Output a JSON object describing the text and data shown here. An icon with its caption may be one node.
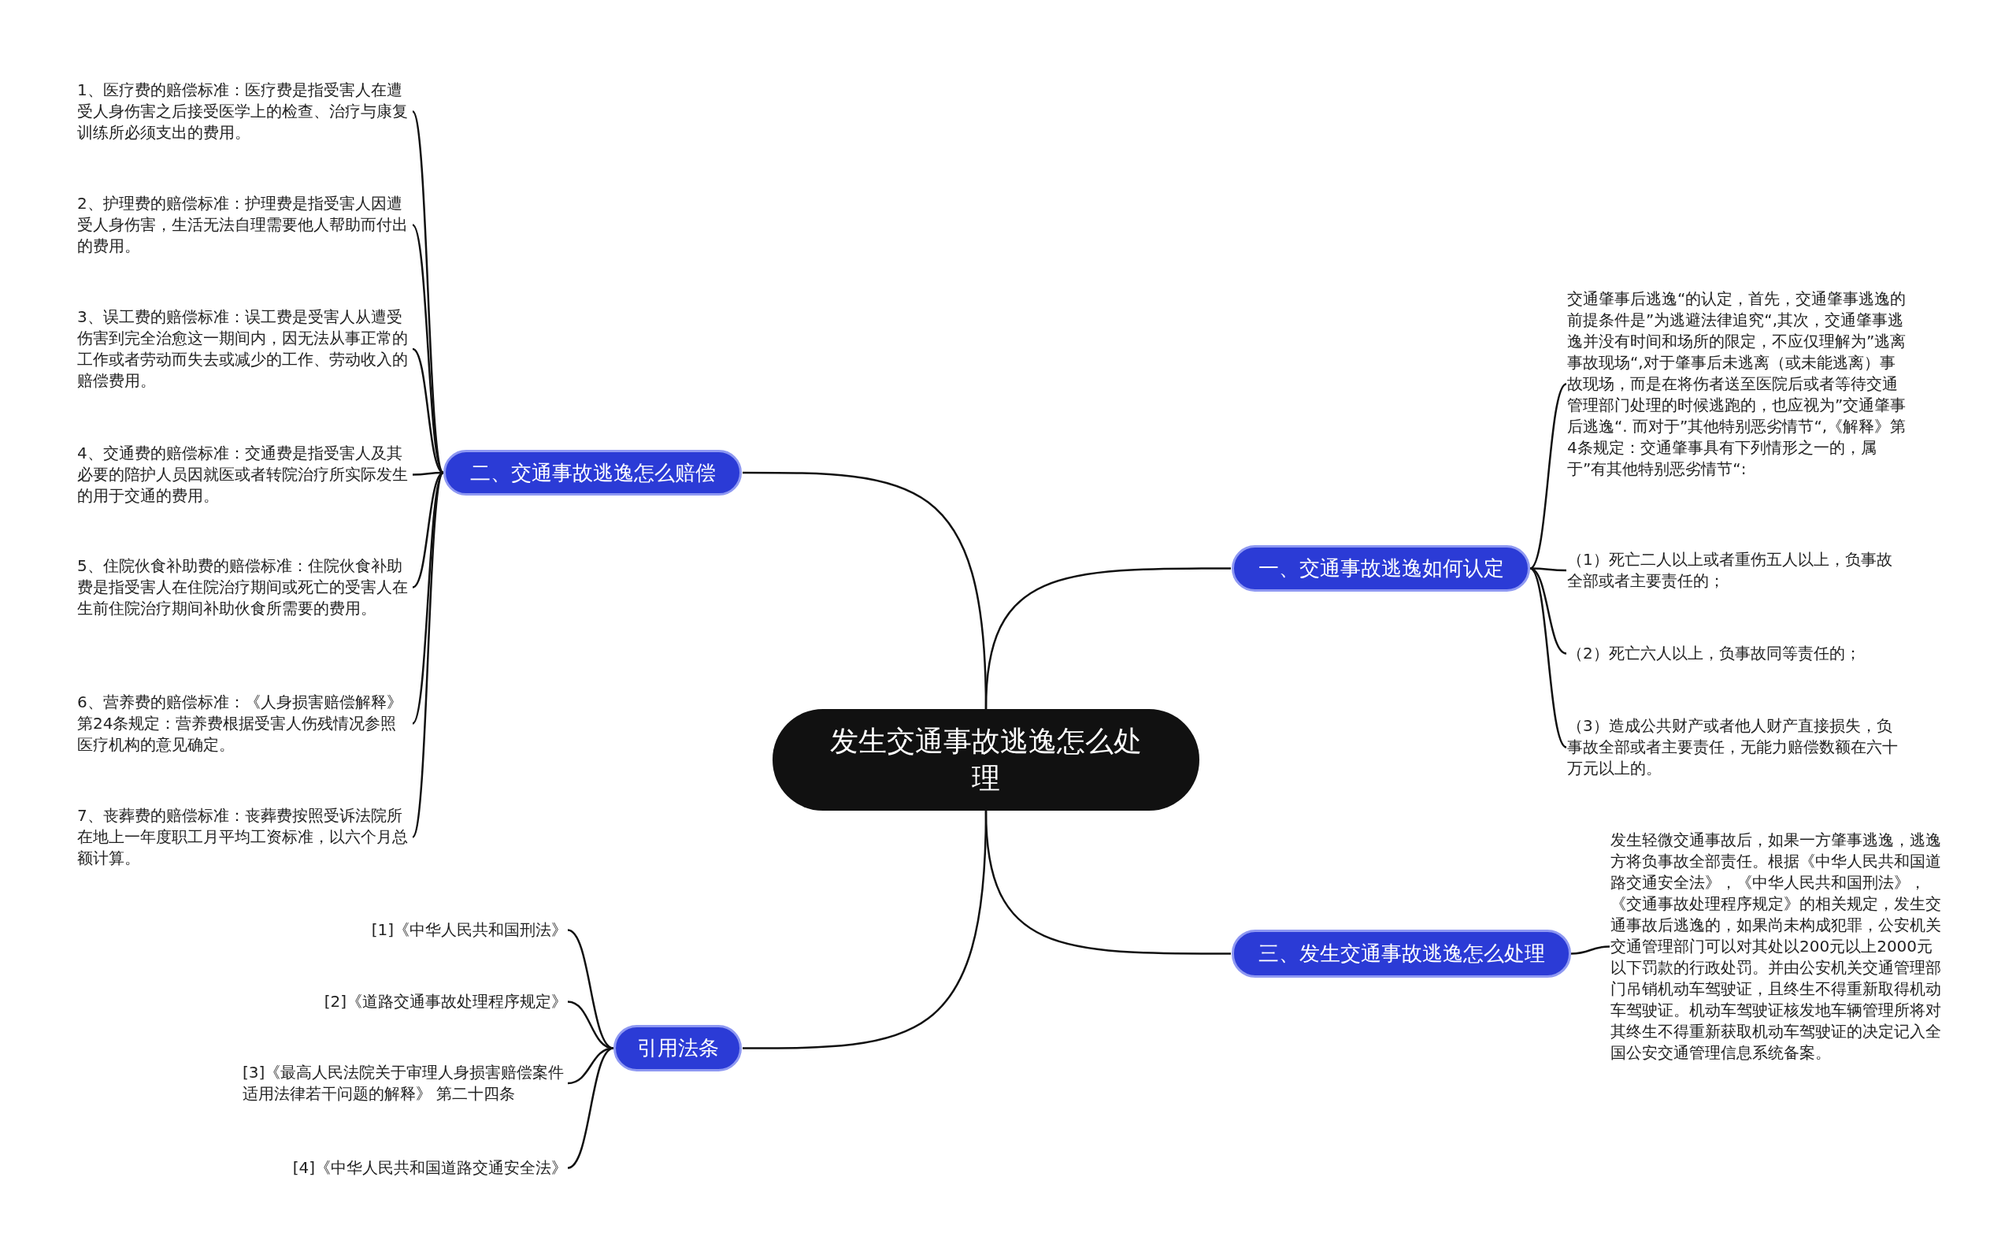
{
  "diagram": {
    "nodes": [
      {
        "text": [
          "发生交通事故逃逸怎么处理"
        ]
      },
      {
        "text": [
          "二、交通事故逃逸怎么赔偿"
        ]
      },
      {
        "text": [
          "1、医疗费的赔偿标准：医疗费是指受害人在遭受人身伤害之后接受医学上的检查、治疗与康复训练所必须支出的费用。"
        ]
      },
      {
        "text": [
          "2、护理费的赔偿标准：护理费是指受害人因遭受人身伤害，生活无法自理需要他人帮助而付出的费用。"
        ]
      },
      {
        "text": [
          "3、误工费的赔偿标准：误工费是受害人从遭受伤害到完全治愈这一期间内，因无法从事正常的工作或者劳动而失去或减少的工作、劳动收入的赔偿费用。"
        ]
      },
      {
        "text": [
          "4、交通费的赔偿标准：交通费是指受害人及其必要的陪护人员因就医或者转院治疗所实际发生的用于交通的费用。"
        ]
      },
      {
        "text": [
          "5、住院伙食补助费的赔偿标准：住院伙食补助费是指受害人在住院治疗期间或死亡的受害人在生前住院治疗期间补助伙食所需要的费用。"
        ]
      },
      {
        "text": [
          "6、营养费的赔偿标准：《人身损害赔偿解释》第24条规定：营养费根据受害人伤残情况参照医疗机构的意见确定。"
        ]
      },
      {
        "text": [
          "7、丧葬费的赔偿标准：丧葬费按照受诉法院所在地上一年度职工月平均工资标准，以六个月总额计算。"
        ]
      },
      {
        "text": [
          "一、交通事故逃逸如何认定"
        ]
      },
      {
        "text": [
          "交通肇事后逃逸“的认定，首先，交通肇事逃逸的前提条件是”为逃避法律追究“,其次，交通肇事逃逸并没有时间和场所的限定，不应仅理解为”逃离事故现场“,对于肇事后未逃离（或未能逃离）事故现场，而是在将伤者送至医院后或者等待交通管理部门处理的时候逃跑的，也应视为”交通肇事后逃逸“. 而对于”其他特别恶劣情节“,《解释》第4条规定：交通肇事具有下列情形之一的，属于”有其他特别恶劣情节“:"
        ]
      },
      {
        "text": [
          "（1）死亡二人以上或者重伤五人以上，负事故全部或者主要责任的；"
        ]
      },
      {
        "text": [
          "（2）死亡六人以上，负事故同等责任的；"
        ]
      },
      {
        "text": [
          "（3）造成公共财产或者他人财产直接损失，负事故全部或者主要责任，无能力赔偿数额在六十万元以上的。"
        ]
      },
      {
        "text": [
          "三、发生交通事故逃逸怎么处理"
        ]
      },
      {
        "text": [
          "发生轻微交通事故后，如果一方肇事逃逸，逃逸方将负事故全部责任。根据《中华人民共和国道路交通安全法》，《中华人民共和国刑法》，《交通事故处理程序规定》的相关规定，发生交通事故后逃逸的，如果尚未构成犯罪，公安机关交通管理部门可以对其处以200元以上2000元以下罚款的行政处罚。并由公安机关交通管理部门吊销机动车驾驶证，且终生不得重新取得机动车驾驶证。机动车驾驶证核发地车辆管理所将对其终生不得重新获取机动车驾驶证的决定记入全国公安交通管理信息系统备案。"
        ]
      },
      {
        "text": [
          "引用法条"
        ]
      },
      {
        "text": [
          "[1]《中华人民共和国刑法》"
        ]
      },
      {
        "text": [
          "[2]《道路交通事故处理程序规定》"
        ]
      },
      {
        "text": [
          "[3]《最高人民法院关于审理人身损害赔偿案件适用法律若干问题的解释》 第二十四条"
        ]
      },
      {
        "text": [
          "[4]《中华人民共和国道路交通安全法》"
        ]
      }
    ],
    "edges": [
      {
        "from": 0,
        "to": 1,
        "arrow": "none"
      },
      {
        "from": 1,
        "to": 2,
        "arrow": "none"
      },
      {
        "from": 1,
        "to": 3,
        "arrow": "none"
      },
      {
        "from": 1,
        "to": 4,
        "arrow": "none"
      },
      {
        "from": 1,
        "to": 5,
        "arrow": "none"
      },
      {
        "from": 1,
        "to": 6,
        "arrow": "none"
      },
      {
        "from": 1,
        "to": 7,
        "arrow": "none"
      },
      {
        "from": 1,
        "to": 8,
        "arrow": "none"
      },
      {
        "from": 0,
        "to": 9,
        "arrow": "none"
      },
      {
        "from": 9,
        "to": 10,
        "arrow": "none"
      },
      {
        "from": 9,
        "to": 11,
        "arrow": "none"
      },
      {
        "from": 9,
        "to": 12,
        "arrow": "none"
      },
      {
        "from": 9,
        "to": 13,
        "arrow": "none"
      },
      {
        "from": 0,
        "to": 14,
        "arrow": "none"
      },
      {
        "from": 14,
        "to": 15,
        "arrow": "none"
      },
      {
        "from": 0,
        "to": 16,
        "arrow": "none"
      },
      {
        "from": 16,
        "to": 17,
        "arrow": "none"
      },
      {
        "from": 16,
        "to": 18,
        "arrow": "none"
      },
      {
        "from": 16,
        "to": 19,
        "arrow": "none"
      },
      {
        "from": 16,
        "to": 20,
        "arrow": "none"
      }
    ]
  }
}
